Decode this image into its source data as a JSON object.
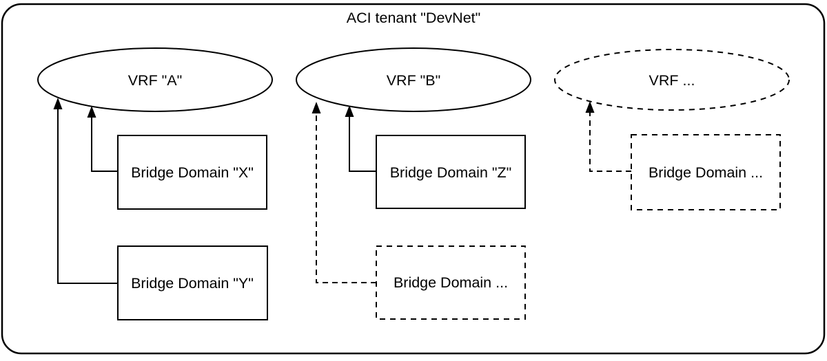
{
  "diagram": {
    "title": "ACI tenant \"DevNet\"",
    "colors": {
      "stroke": "#000000",
      "background": "#ffffff",
      "text": "#000000"
    },
    "groups": [
      {
        "vrf": {
          "label": "VRF \"A\"",
          "border_style": "solid"
        },
        "bridge_domains": [
          {
            "label": "Bridge Domain \"X\"",
            "border_style": "solid",
            "link_style": "solid",
            "links_to": "VRF \"A\""
          },
          {
            "label": "Bridge Domain \"Y\"",
            "border_style": "solid",
            "link_style": "solid",
            "links_to": "VRF \"A\""
          }
        ]
      },
      {
        "vrf": {
          "label": "VRF \"B\"",
          "border_style": "solid"
        },
        "bridge_domains": [
          {
            "label": "Bridge Domain \"Z\"",
            "border_style": "solid",
            "link_style": "solid",
            "links_to": "VRF \"B\""
          },
          {
            "label": "Bridge Domain ...",
            "border_style": "dashed",
            "link_style": "dashed",
            "links_to": "VRF \"B\""
          }
        ]
      },
      {
        "vrf": {
          "label": "VRF ...",
          "border_style": "dashed"
        },
        "bridge_domains": [
          {
            "label": "Bridge Domain ...",
            "border_style": "dashed",
            "link_style": "dashed",
            "links_to": "VRF ..."
          }
        ]
      }
    ]
  }
}
